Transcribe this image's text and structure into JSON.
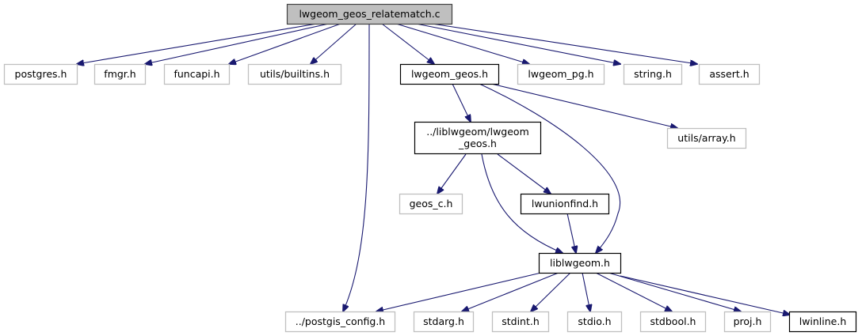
{
  "diagram": {
    "title": "lwgeom_geos_relatematch.c include dependency graph",
    "colors": {
      "edge": "#191970",
      "root_fill": "#bfbfbf",
      "root_border": "#404040",
      "documented_border": "#000000",
      "external_border": "#bfbfbf",
      "node_fill": "#ffffff"
    },
    "nodes": [
      {
        "id": "root",
        "label": [
          "lwgeom_geos_relatematch.c"
        ],
        "kind": "root"
      },
      {
        "id": "postgres",
        "label": [
          "postgres.h"
        ],
        "kind": "external"
      },
      {
        "id": "fmgr",
        "label": [
          "fmgr.h"
        ],
        "kind": "external"
      },
      {
        "id": "funcapi",
        "label": [
          "funcapi.h"
        ],
        "kind": "external"
      },
      {
        "id": "builtins",
        "label": [
          "utils/builtins.h"
        ],
        "kind": "external"
      },
      {
        "id": "lwgeom_geos",
        "label": [
          "lwgeom_geos.h"
        ],
        "kind": "documented"
      },
      {
        "id": "lwgeom_pg",
        "label": [
          "lwgeom_pg.h"
        ],
        "kind": "external"
      },
      {
        "id": "string",
        "label": [
          "string.h"
        ],
        "kind": "external"
      },
      {
        "id": "assert",
        "label": [
          "assert.h"
        ],
        "kind": "external"
      },
      {
        "id": "lib_lwgeom_geos",
        "label": [
          "../liblwgeom/lwgeom",
          "_geos.h"
        ],
        "kind": "documented"
      },
      {
        "id": "array",
        "label": [
          "utils/array.h"
        ],
        "kind": "external"
      },
      {
        "id": "geos_c",
        "label": [
          "geos_c.h"
        ],
        "kind": "external"
      },
      {
        "id": "lwunionfind",
        "label": [
          "lwunionfind.h"
        ],
        "kind": "documented"
      },
      {
        "id": "liblwgeom",
        "label": [
          "liblwgeom.h"
        ],
        "kind": "documented"
      },
      {
        "id": "postgis_config",
        "label": [
          "../postgis_config.h"
        ],
        "kind": "external"
      },
      {
        "id": "stdarg",
        "label": [
          "stdarg.h"
        ],
        "kind": "external"
      },
      {
        "id": "stdint",
        "label": [
          "stdint.h"
        ],
        "kind": "external"
      },
      {
        "id": "stdio",
        "label": [
          "stdio.h"
        ],
        "kind": "external"
      },
      {
        "id": "stdbool",
        "label": [
          "stdbool.h"
        ],
        "kind": "external"
      },
      {
        "id": "proj",
        "label": [
          "proj.h"
        ],
        "kind": "external"
      },
      {
        "id": "lwinline",
        "label": [
          "lwinline.h"
        ],
        "kind": "documented"
      }
    ],
    "edges": [
      {
        "from": "root",
        "to": "postgres"
      },
      {
        "from": "root",
        "to": "fmgr"
      },
      {
        "from": "root",
        "to": "funcapi"
      },
      {
        "from": "root",
        "to": "builtins"
      },
      {
        "from": "root",
        "to": "postgis_config"
      },
      {
        "from": "root",
        "to": "lwgeom_geos"
      },
      {
        "from": "root",
        "to": "lwgeom_pg"
      },
      {
        "from": "root",
        "to": "string"
      },
      {
        "from": "root",
        "to": "assert"
      },
      {
        "from": "lwgeom_geos",
        "to": "lib_lwgeom_geos"
      },
      {
        "from": "lwgeom_geos",
        "to": "liblwgeom"
      },
      {
        "from": "lwgeom_geos",
        "to": "array"
      },
      {
        "from": "lib_lwgeom_geos",
        "to": "geos_c"
      },
      {
        "from": "lib_lwgeom_geos",
        "to": "liblwgeom"
      },
      {
        "from": "lib_lwgeom_geos",
        "to": "lwunionfind"
      },
      {
        "from": "lwunionfind",
        "to": "liblwgeom"
      },
      {
        "from": "liblwgeom",
        "to": "postgis_config"
      },
      {
        "from": "liblwgeom",
        "to": "stdarg"
      },
      {
        "from": "liblwgeom",
        "to": "stdint"
      },
      {
        "from": "liblwgeom",
        "to": "stdio"
      },
      {
        "from": "liblwgeom",
        "to": "stdbool"
      },
      {
        "from": "liblwgeom",
        "to": "proj"
      },
      {
        "from": "liblwgeom",
        "to": "lwinline"
      }
    ]
  }
}
